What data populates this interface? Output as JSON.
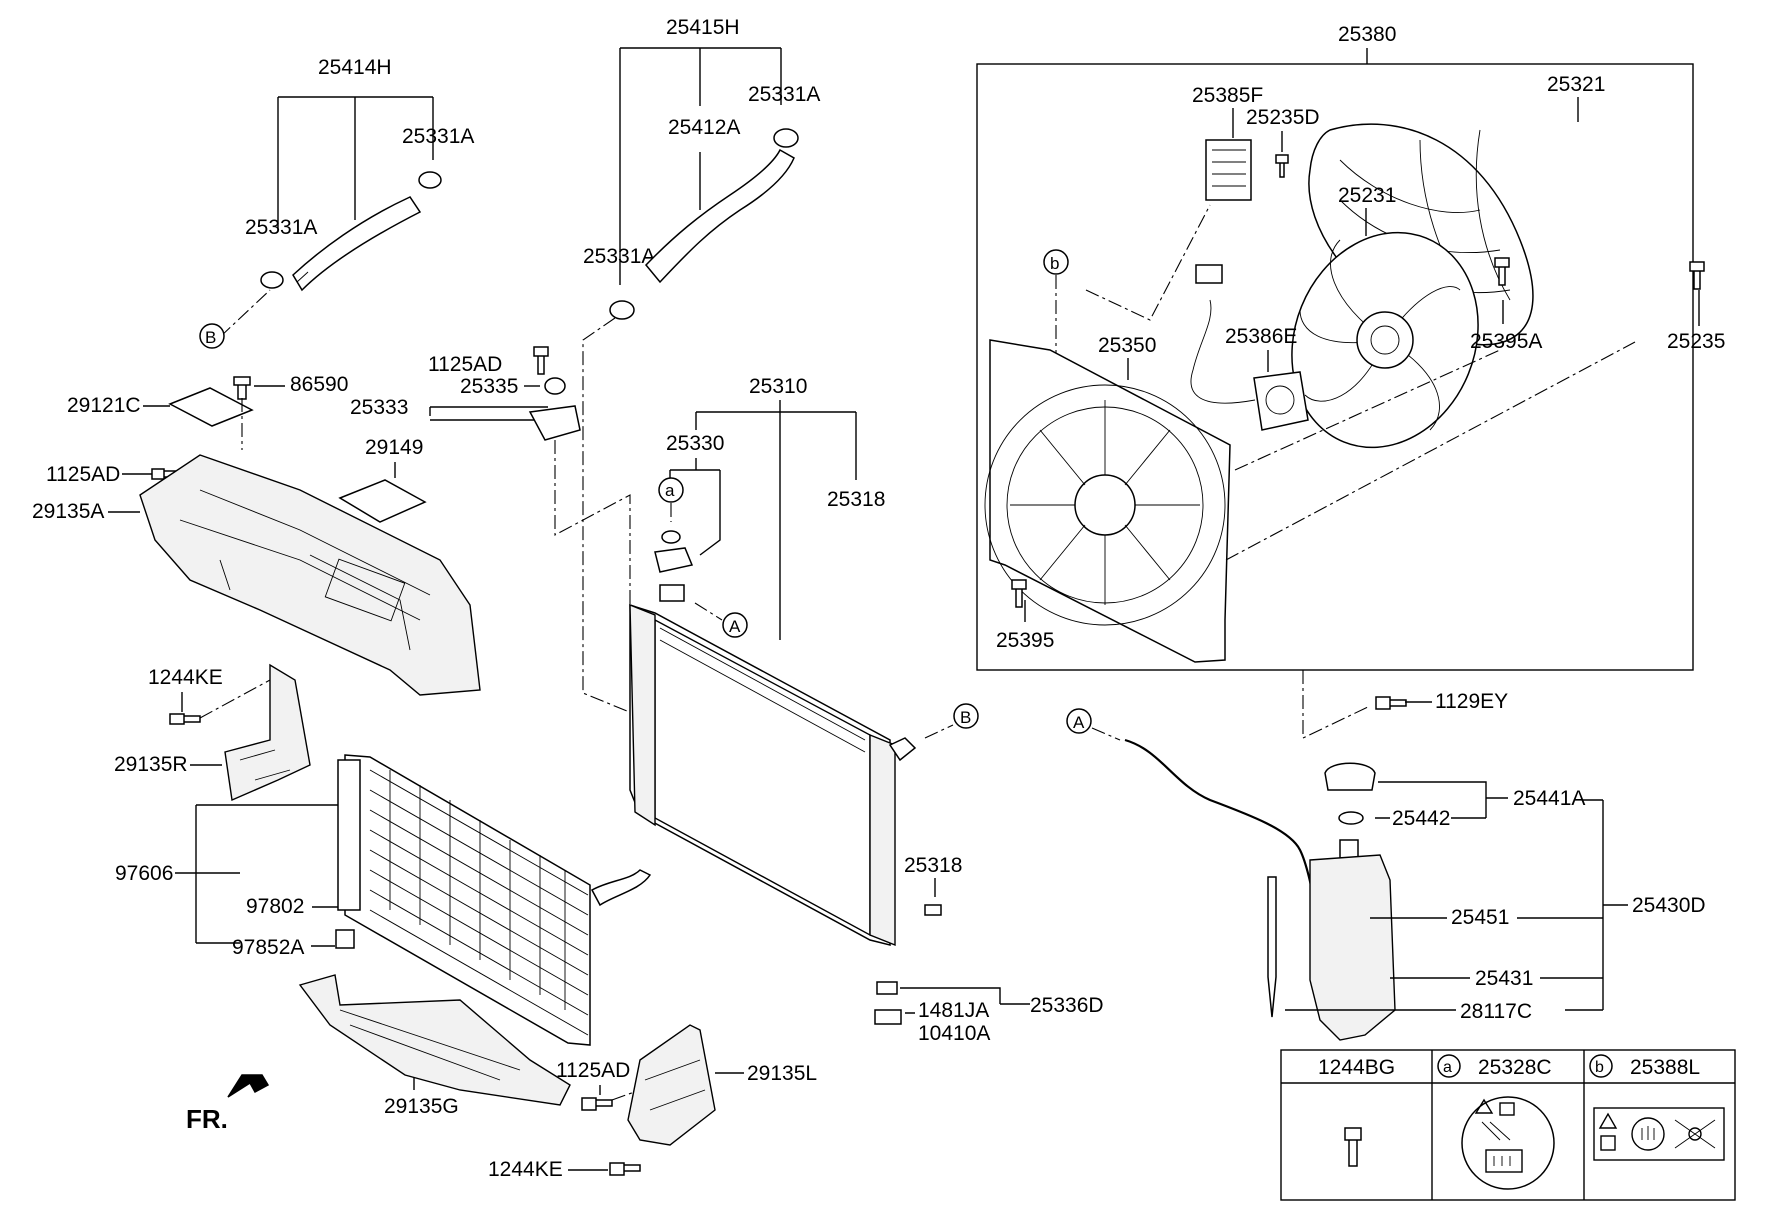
{
  "labels": {
    "p25414H": "25414H",
    "p25331A_1": "25331A",
    "p25331A_2": "25331A",
    "p25415H": "25415H",
    "p25331A_3": "25331A",
    "p25412A": "25412A",
    "p25331A_4": "25331A",
    "p25380": "25380",
    "p25385F": "25385F",
    "p25235D": "25235D",
    "p25321": "25321",
    "p25231": "25231",
    "p25386E": "25386E",
    "p25350": "25350",
    "p25395A": "25395A",
    "p25235": "25235",
    "p25395": "25395",
    "p1125AD_1": "1125AD",
    "p86590": "86590",
    "p29121C": "29121C",
    "p25335": "25335",
    "p25333": "25333",
    "p29149": "29149",
    "p1125AD_2": "1125AD",
    "p29135A": "29135A",
    "p25310": "25310",
    "p25330": "25330",
    "p25318_1": "25318",
    "p1244KE_1": "1244KE",
    "p29135R": "29135R",
    "p97606": "97606",
    "p97802": "97802",
    "p97852A": "97852A",
    "p29135G": "29135G",
    "p1125AD_3": "1125AD",
    "p29135L": "29135L",
    "p1244KE_2": "1244KE",
    "fr": "FR.",
    "p25318_2": "25318",
    "p1481JA": "1481JA",
    "p10410A": "10410A",
    "p25336D": "25336D",
    "p1129EY": "1129EY",
    "p25441A": "25441A",
    "p25442": "25442",
    "p25451": "25451",
    "p25430D": "25430D",
    "p25431": "25431",
    "p28117C": "28117C"
  },
  "markers": {
    "a": "a",
    "b": "b",
    "A": "A",
    "B": "B"
  },
  "legend": {
    "col1": "1244BG",
    "col2_marker": "a",
    "col2_label": "25328C",
    "col3_marker": "b",
    "col3_label": "25388L"
  },
  "colors": {
    "line": "#000000",
    "background": "#ffffff"
  }
}
